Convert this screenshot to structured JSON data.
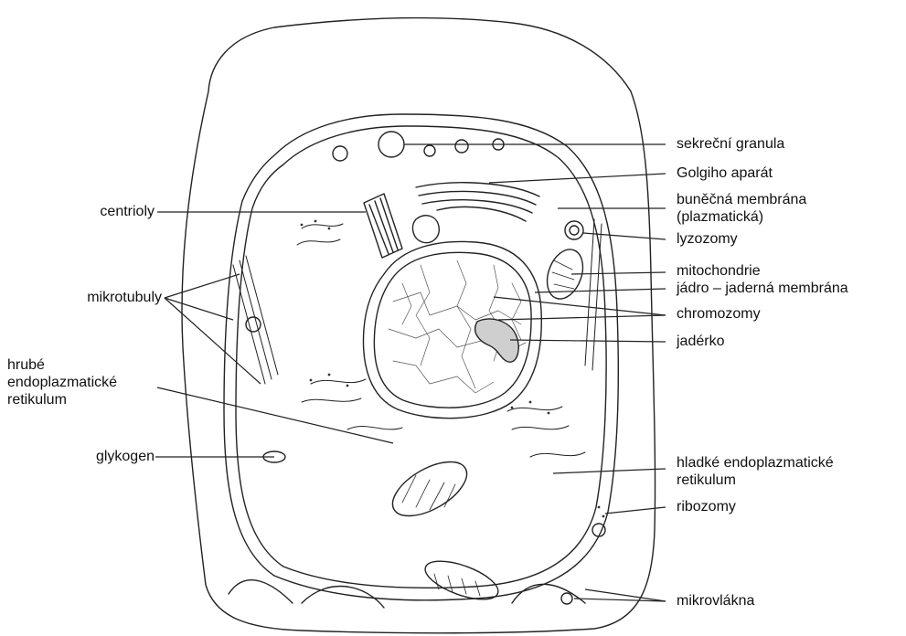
{
  "labels": {
    "left": {
      "centrioly": "centrioly",
      "mikrotubuly": "mikrotubuly",
      "hrube_er": [
        "hrubé",
        "endoplazmatické",
        "retikulum"
      ],
      "glykogen": "glykogen"
    },
    "right": {
      "sekrecni_granula": "sekreční granula",
      "golgi": "Golgiho aparát",
      "bunecna_membrana": [
        "buněčná membrána",
        "(plazmatická)"
      ],
      "lyzozomy": "lyzozomy",
      "mitochondrie": "mitochondrie",
      "jadro": "jádro – jaderná membrána",
      "chromozomy": "chromozomy",
      "jaderko": "jadérko",
      "hladke_er": [
        "hladké endoplazmatické",
        "retikulum"
      ],
      "ribozomy": "ribozomy",
      "mikrovlakna": "mikrovlákna"
    }
  },
  "colors": {
    "line": "#222222",
    "fill": "#ffffff",
    "nucleolus": "#cfcfcf"
  }
}
